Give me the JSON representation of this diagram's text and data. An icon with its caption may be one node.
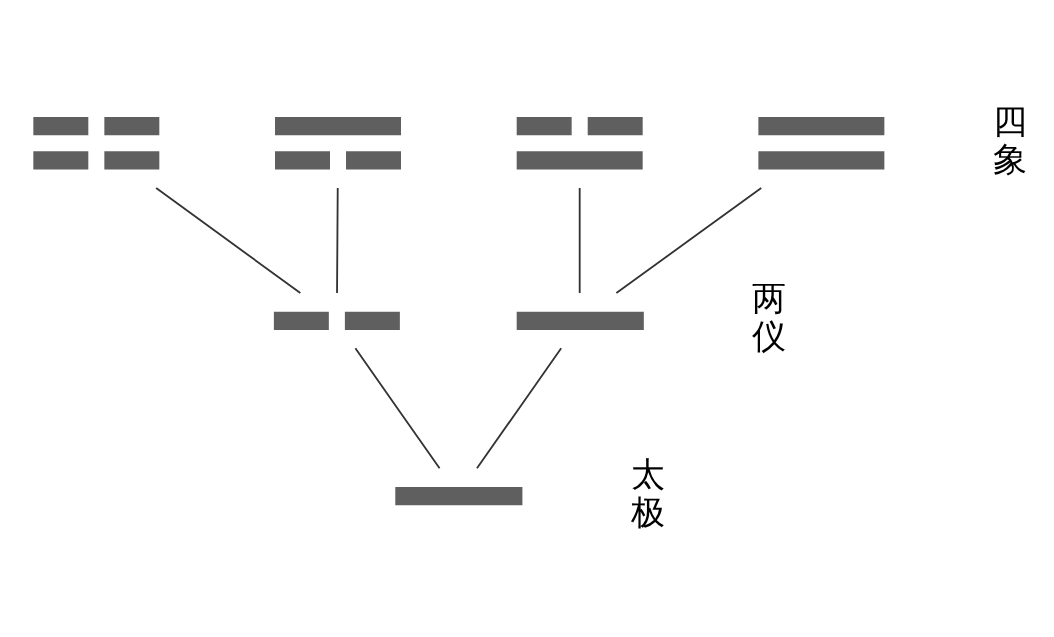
{
  "diagram": {
    "nodes": [
      {
        "text": [],
        "shape": "bar"
      },
      {
        "text": [],
        "shape": "bar"
      },
      {
        "text": [],
        "shape": "bar"
      },
      {
        "text": [],
        "shape": "bar"
      },
      {
        "text": [],
        "shape": "bar"
      },
      {
        "text": [],
        "shape": "bar"
      },
      {
        "text": [],
        "shape": "bar"
      }
    ],
    "edges": [
      {
        "from": 6,
        "to": 4,
        "arrow": "none"
      },
      {
        "from": 6,
        "to": 5,
        "arrow": "none"
      },
      {
        "from": 4,
        "to": 0,
        "arrow": "none"
      },
      {
        "from": 4,
        "to": 1,
        "arrow": "none"
      },
      {
        "from": 5,
        "to": 2,
        "arrow": "none"
      },
      {
        "from": 5,
        "to": 3,
        "arrow": "none"
      }
    ],
    "labels": [
      "四象",
      "两仪",
      "太极"
    ]
  }
}
